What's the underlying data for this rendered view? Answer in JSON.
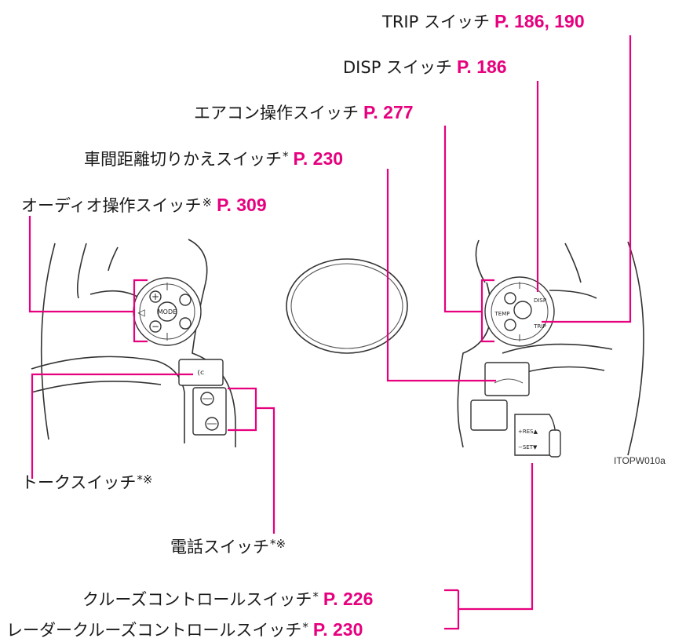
{
  "labels": {
    "trip": {
      "text": "TRIP スイッチ",
      "ref": "P. 186, 190"
    },
    "disp": {
      "text": "DISP スイッチ",
      "ref": "P. 186"
    },
    "aircon": {
      "text": "エアコン操作スイッチ",
      "ref": "P. 277"
    },
    "distance": {
      "text": "車間距離切りかえスイッチ",
      "mark": "*",
      "ref": "P. 230"
    },
    "audio": {
      "text": "オーディオ操作スイッチ",
      "mark": "※",
      "ref": "P. 309"
    },
    "talk": {
      "text": "トークスイッチ",
      "mark": "*※"
    },
    "phone": {
      "text": "電話スイッチ",
      "mark": "*※"
    },
    "cruise": {
      "text": "クルーズコントロールスイッチ",
      "mark": "*",
      "ref": "P. 226"
    },
    "radar": {
      "text": "レーダークルーズコントロールスイッチ",
      "mark": "*",
      "ref": "P. 230"
    }
  },
  "figure_code": "ITOPW010a",
  "switch_glyphs": {
    "mode": "MODE",
    "temp": "TEMP",
    "disp": "DISP",
    "trip": "TRIP",
    "res": "+RES▲",
    "set": "−SET▼"
  },
  "colors": {
    "leader": "#e6007e",
    "reference": "#e6007e"
  }
}
